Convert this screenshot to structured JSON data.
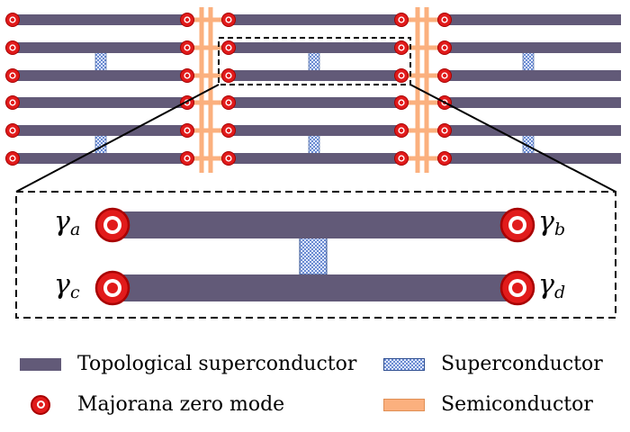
{
  "colors": {
    "topological_superconductor": "#625a78",
    "superconductor_fill": "#6a8ad0",
    "superconductor_pattern": "#dfe8ff",
    "semiconductor": "#fbb07e",
    "majorana_ring": "#e11b1b",
    "majorana_center": "#ffffff"
  },
  "array": {
    "columns": 3,
    "rows_per_column": 6,
    "semiconductor_junctions": 2,
    "superconductor_links": [
      {
        "column": 1,
        "between_rows": [
          2,
          3
        ]
      },
      {
        "column": 1,
        "between_rows": [
          5,
          6
        ]
      },
      {
        "column": 2,
        "between_rows": [
          2,
          3
        ]
      },
      {
        "column": 2,
        "between_rows": [
          5,
          6
        ]
      },
      {
        "column": 3,
        "between_rows": [
          2,
          3
        ]
      },
      {
        "column": 3,
        "between_rows": [
          5,
          6
        ]
      }
    ],
    "zoomed_region": {
      "column": 2,
      "rows": [
        2,
        3
      ]
    }
  },
  "zoom": {
    "gamma_a": {
      "symbol": "γ",
      "sub": "a"
    },
    "gamma_b": {
      "symbol": "γ",
      "sub": "b"
    },
    "gamma_c": {
      "symbol": "γ",
      "sub": "c"
    },
    "gamma_d": {
      "symbol": "γ",
      "sub": "d"
    }
  },
  "legend": {
    "topological_superconductor": "Topological superconductor",
    "superconductor": "Superconductor",
    "majorana_zero_mode": "Majorana zero mode",
    "semiconductor": "Semiconductor"
  }
}
